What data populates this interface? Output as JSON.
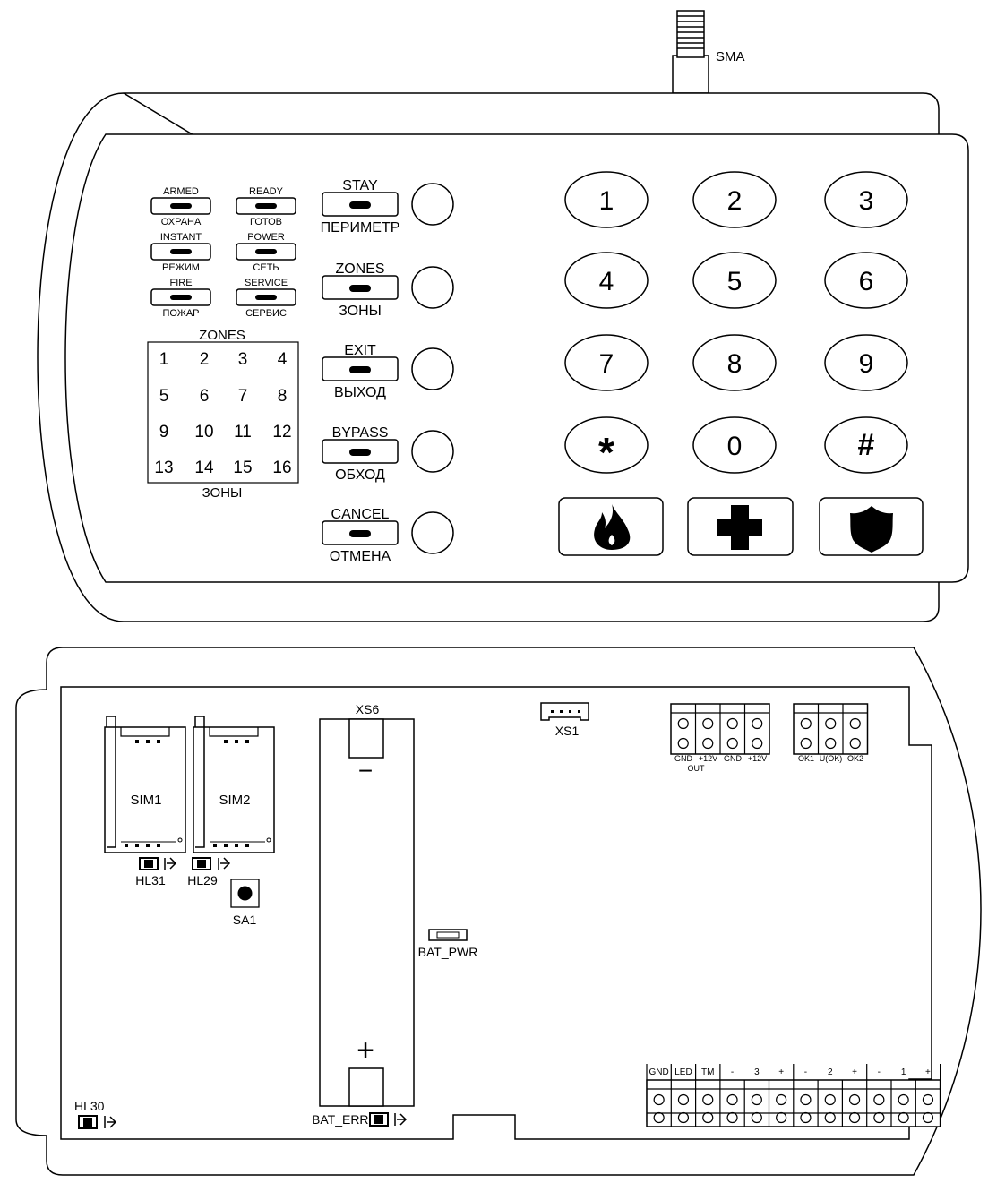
{
  "antenna": {
    "label": "SMA"
  },
  "keypad": {
    "indicators": [
      {
        "top": "ARMED",
        "bottom": "ОХРАНА"
      },
      {
        "top": "READY",
        "bottom": "ГОТОВ"
      },
      {
        "top": "INSTANT",
        "bottom": "РЕЖИМ"
      },
      {
        "top": "POWER",
        "bottom": "СЕТЬ"
      },
      {
        "top": "FIRE",
        "bottom": "ПОЖАР"
      },
      {
        "top": "SERVICE",
        "bottom": "СЕРВИС"
      }
    ],
    "zones": {
      "title": "ZONES",
      "subtitle": "ЗОНЫ",
      "numbers": [
        "1",
        "2",
        "3",
        "4",
        "5",
        "6",
        "7",
        "8",
        "9",
        "10",
        "11",
        "12",
        "13",
        "14",
        "15",
        "16"
      ]
    },
    "function_buttons": [
      {
        "top": "STAY",
        "bottom": "ПЕРИМЕТР"
      },
      {
        "top": "ZONES",
        "bottom": "ЗОНЫ"
      },
      {
        "top": "EXIT",
        "bottom": "ВЫХОД"
      },
      {
        "top": "BYPASS",
        "bottom": "ОБХОД"
      },
      {
        "top": "CANCEL",
        "bottom": "ОТМЕНА"
      }
    ],
    "keys": [
      "1",
      "2",
      "3",
      "4",
      "5",
      "6",
      "7",
      "8",
      "9",
      "*",
      "0",
      "#"
    ],
    "panic_buttons": [
      {
        "icon": "fire-icon"
      },
      {
        "icon": "medical-cross-icon"
      },
      {
        "icon": "police-shield-icon"
      }
    ]
  },
  "board": {
    "sim_slots": [
      "SIM1",
      "SIM2"
    ],
    "leds": {
      "hl31": "HL31",
      "hl29": "HL29",
      "hl30": "HL30",
      "bat_err": "BAT_ERR"
    },
    "button_sa1": "SA1",
    "battery": {
      "label": "XS6",
      "minus": "−",
      "plus": "+"
    },
    "bat_pwr": "BAT_PWR",
    "connector_xs1": "XS1",
    "terminal_power": {
      "labels": [
        "GND",
        "+12V",
        "GND",
        "+12V"
      ],
      "sub": "OUT"
    },
    "terminal_ok": [
      "OK1",
      "U(OK)",
      "OK2"
    ],
    "terminal_bottom": [
      "GND",
      "LED",
      "TM",
      "-",
      "3",
      "+",
      "-",
      "2",
      "+",
      "-",
      "1",
      "+"
    ]
  }
}
